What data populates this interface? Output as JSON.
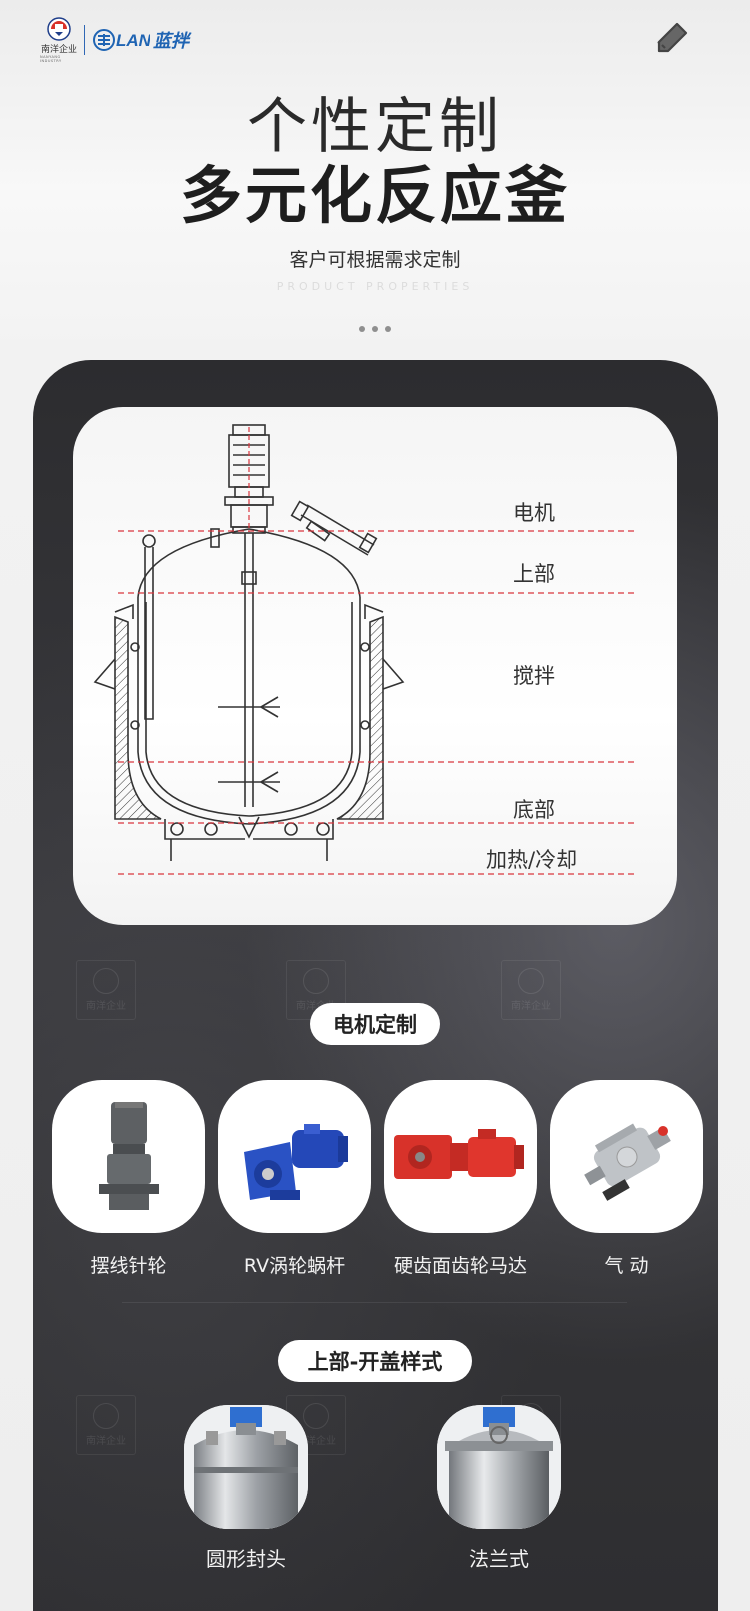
{
  "header": {
    "logo_left_text": "南洋企业",
    "logo_left_sub": "NANYANG INDUSTRY",
    "logo_right_text": "蓝拌"
  },
  "hero": {
    "title_line1": "个性定制",
    "title_line2": "多元化反应釜",
    "subtitle": "客户可根据需求定制",
    "subtitle_en": "PRODUCT PROPERTIES"
  },
  "diagram": {
    "labels": [
      "电机",
      "上部",
      "搅拌",
      "底部",
      "加热/冷却"
    ]
  },
  "watermark_text": "南洋企业",
  "motor_section": {
    "title": "电机定制",
    "items": [
      {
        "label": "摆线针轮",
        "icon": "cycloidal-motor-icon"
      },
      {
        "label": "RV涡轮蜗杆",
        "icon": "rv-worm-motor-icon"
      },
      {
        "label": "硬齿面齿轮马达",
        "icon": "hard-gear-motor-icon"
      },
      {
        "label": "气  动",
        "icon": "pneumatic-motor-icon"
      }
    ]
  },
  "top_section": {
    "title": "上部-开盖样式",
    "items": [
      {
        "label": "圆形封头",
        "icon": "round-head-lid-icon"
      },
      {
        "label": "法兰式",
        "icon": "flange-lid-icon"
      }
    ]
  },
  "colors": {
    "accent_blue": "#1f64b3",
    "logo_red": "#d8322a",
    "dashed_red": "#d9363e",
    "panel_dark": "#333336",
    "motor_blue": "#2448b8",
    "motor_red": "#d8322a"
  }
}
